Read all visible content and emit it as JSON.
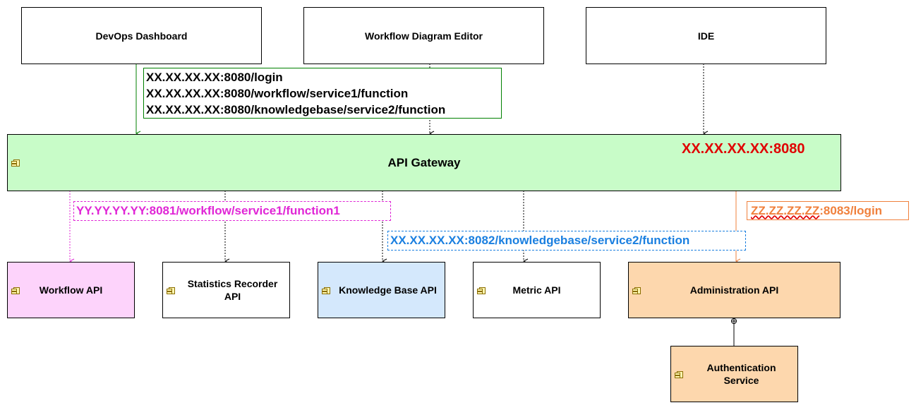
{
  "clients": {
    "devops": "DevOps Dashboard",
    "workflow_editor": "Workflow Diagram Editor",
    "ide": "IDE"
  },
  "gateway": {
    "title": "API Gateway",
    "address": "XX.XX.XX.XX:8080"
  },
  "routes_in": [
    "XX.XX.XX.XX:8080/login",
    "XX.XX.XX.XX:8080/workflow/service1/function",
    "XX.XX.XX.XX:8080/knowledgebase/service2/function"
  ],
  "routes_out": {
    "workflow": "YY.YY.YY.YY:8081/workflow/service1/function1",
    "knowledge": "XX.XX.XX.XX:8082/knowledgebase/service2/function",
    "admin_host": "ZZ.ZZ.ZZ.ZZ",
    "admin_path": ":8083/login"
  },
  "services": {
    "workflow": "Workflow API",
    "statistics": "Statistics Recorder API",
    "knowledge": "Knowledge Base API",
    "metric": "Metric API",
    "admin": "Administration API",
    "auth": "Authentication Service"
  },
  "colors": {
    "gateway_fill": "#c8fcc8",
    "gateway_address": "#e00000",
    "routes_in_border": "#008000",
    "workflow_fill": "#fdd3fb",
    "workflow_route": "#e026d6",
    "knowledge_fill": "#d4e8fc",
    "knowledge_route": "#1a7fe0",
    "admin_fill": "#fdd7ad",
    "admin_route": "#f0803c"
  }
}
